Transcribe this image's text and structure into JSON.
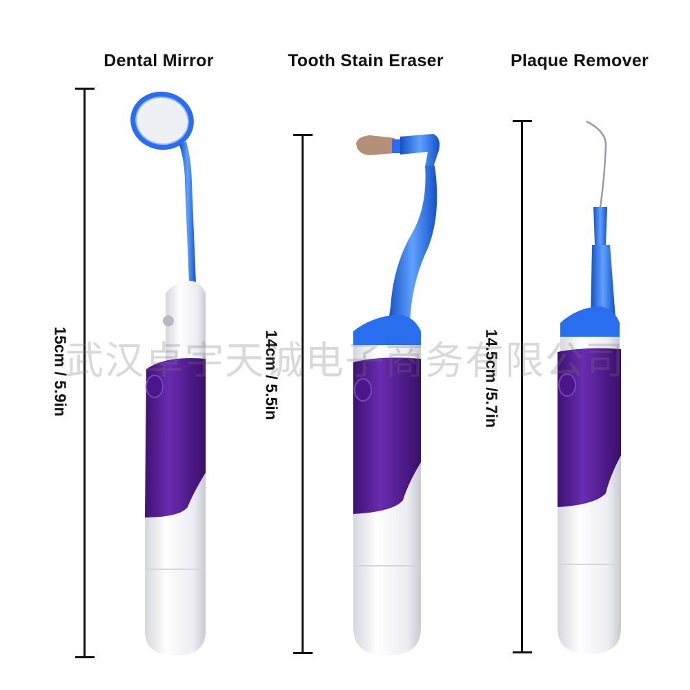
{
  "products": [
    {
      "name": "Dental Mirror",
      "size": "15cm / 5.9in"
    },
    {
      "name": "Tooth Stain Eraser",
      "size": "14cm / 5.5in"
    },
    {
      "name": "Plaque Remover",
      "size": "14.5cm /5.7in"
    }
  ],
  "watermark": "武汉卓宇天诚电子商务有限公司",
  "colors": {
    "handle_purple": "#5b1f9a",
    "tip_blue": "#1f6fe0",
    "body_white": "#f4f4f6"
  }
}
